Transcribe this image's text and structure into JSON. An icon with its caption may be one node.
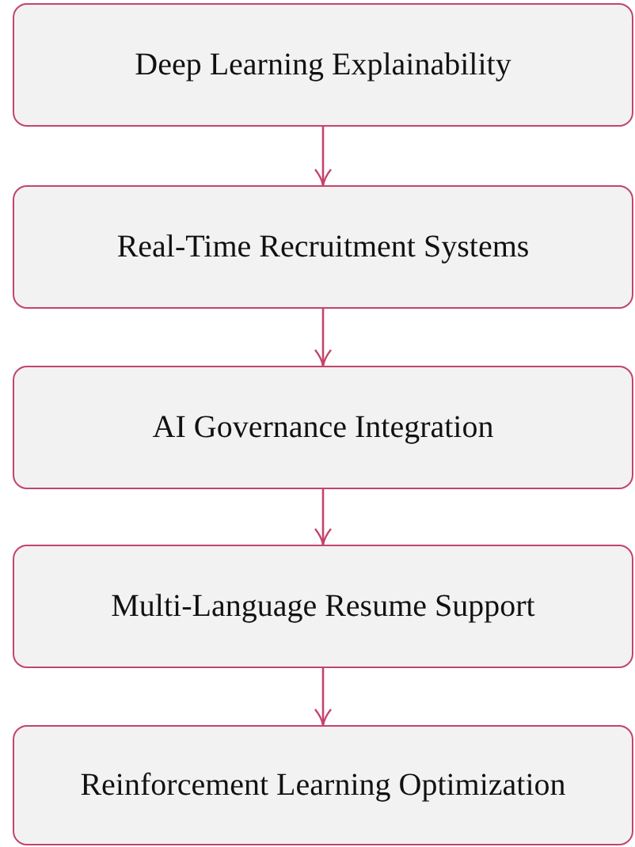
{
  "diagram": {
    "nodes": [
      {
        "text": [
          "Deep Learning Explainability"
        ]
      },
      {
        "text": [
          "Real-Time Recruitment Systems"
        ]
      },
      {
        "text": [
          "AI Governance Integration"
        ]
      },
      {
        "text": [
          "Multi-Language Resume Support"
        ]
      },
      {
        "text": [
          "Reinforcement Learning Optimization"
        ]
      }
    ],
    "edges": [
      {
        "from": 0,
        "to": 1,
        "arrow": "to"
      },
      {
        "from": 1,
        "to": 2,
        "arrow": "to"
      },
      {
        "from": 2,
        "to": 3,
        "arrow": "to"
      },
      {
        "from": 3,
        "to": 4,
        "arrow": "to"
      }
    ]
  }
}
